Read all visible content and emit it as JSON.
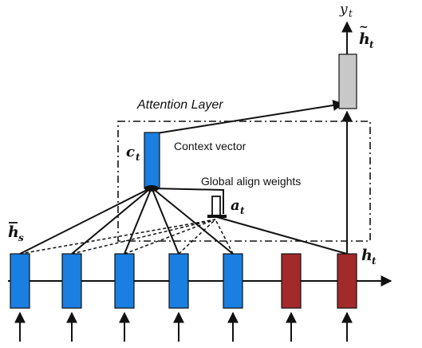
{
  "diagram": {
    "title": "Attention Layer",
    "context_vector_label": "Context vector",
    "align_weights_label": "Global align weights",
    "ct_symbol": "c",
    "ct_sub": "t",
    "at_symbol": "a",
    "at_sub": "t",
    "hs_symbol": "h",
    "hs_sub": "s",
    "ht_symbol": "h",
    "ht_sub": "t",
    "ht_tilde_symbol": "h",
    "ht_tilde_sub": "t",
    "yt_symbol": "y",
    "yt_sub": "t"
  },
  "colors": {
    "encoder": "#1a7fe0",
    "decoder": "#a32a2a",
    "attentional_hidden": "#c8c8c8",
    "line": "#111111"
  },
  "encoder_steps": 5,
  "decoder_steps": 2
}
